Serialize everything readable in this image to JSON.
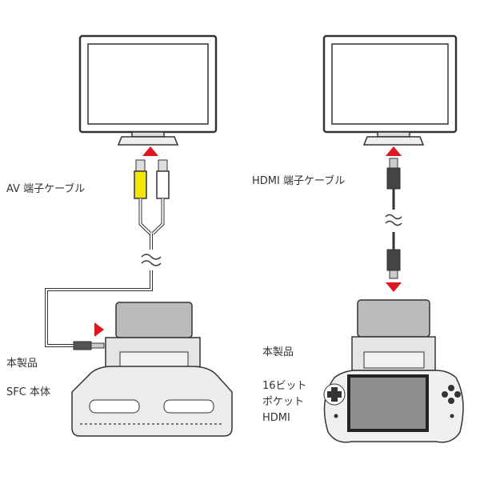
{
  "left_setup": {
    "cable_label": "AV 端子ケーブル",
    "product_label": "本製品",
    "console_label": "SFC 本体"
  },
  "right_setup": {
    "cable_label": "HDMI 端子ケーブル",
    "product_label": "本製品",
    "handheld_label_lines": [
      "16ビット",
      "ポケット",
      "HDMI"
    ]
  },
  "colors": {
    "arrow": "#e0161e",
    "yellow_plug": "#f3e600",
    "screen_gray": "#8f8f8f"
  }
}
